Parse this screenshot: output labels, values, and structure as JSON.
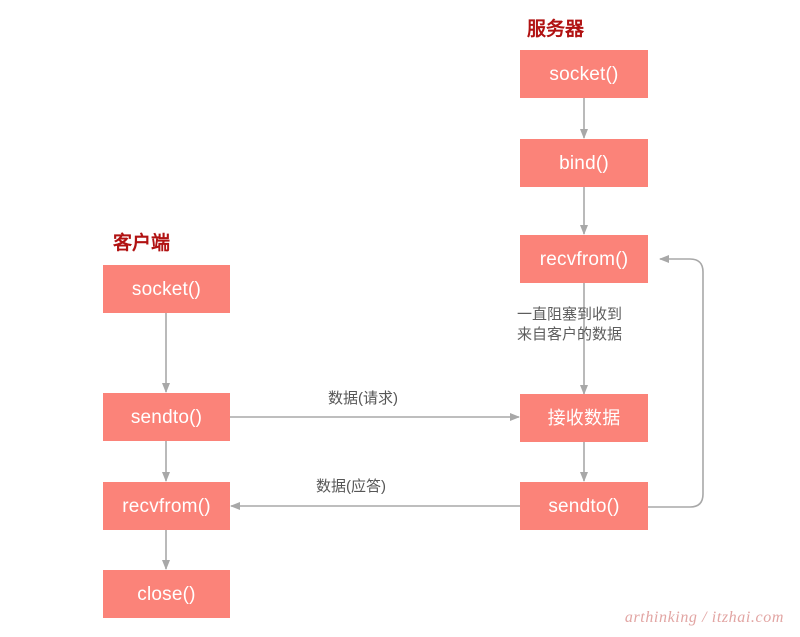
{
  "diagram": {
    "title_client": "客户端",
    "title_server": "服务器",
    "watermark": "arthinking / itzhai.com",
    "colors": {
      "box_fill": "#fb8379",
      "box_text": "#ffffff",
      "lane_title": "#b11212",
      "edge": "#a8a8a8",
      "label_text": "#565656",
      "watermark": "#e2a5a3",
      "background": "#ffffff"
    }
  },
  "client": {
    "lane_label": "客户端",
    "nodes": [
      {
        "id": "client-socket",
        "label": "socket()"
      },
      {
        "id": "client-sendto",
        "label": "sendto()"
      },
      {
        "id": "client-recvfrom",
        "label": "recvfrom()"
      },
      {
        "id": "client-close",
        "label": "close()"
      }
    ]
  },
  "server": {
    "lane_label": "服务器",
    "nodes": [
      {
        "id": "server-socket",
        "label": "socket()"
      },
      {
        "id": "server-bind",
        "label": "bind()"
      },
      {
        "id": "server-recvfrom",
        "label": "recvfrom()"
      },
      {
        "id": "server-receive",
        "label": "接收数据"
      },
      {
        "id": "server-sendto",
        "label": "sendto()"
      }
    ]
  },
  "annotations": {
    "block_note": "一直阻塞到收到\n来自客户的数据",
    "request_label": "数据(请求)",
    "response_label": "数据(应答)"
  }
}
